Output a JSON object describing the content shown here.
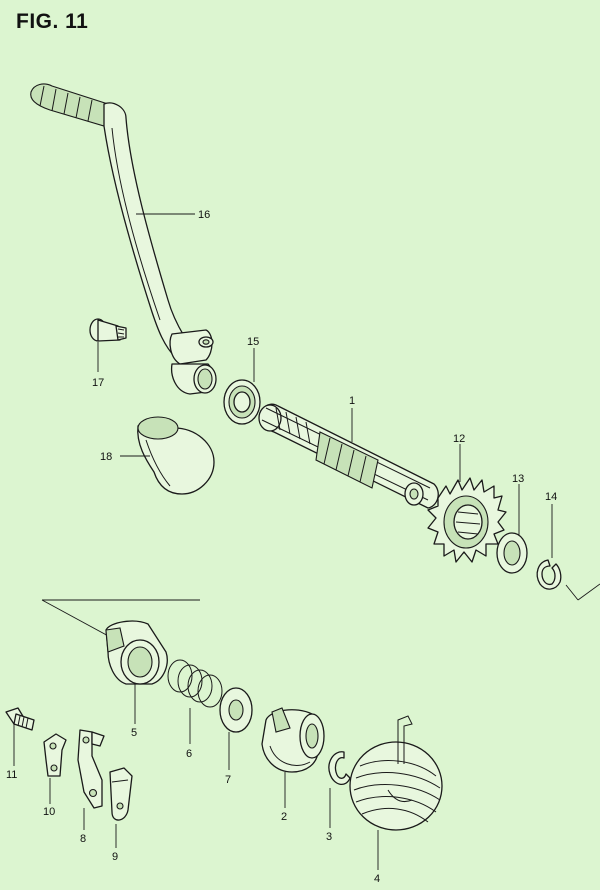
{
  "figure": {
    "title": "FIG. 11"
  },
  "callouts": [
    {
      "num": "1"
    },
    {
      "num": "2"
    },
    {
      "num": "3"
    },
    {
      "num": "4"
    },
    {
      "num": "5"
    },
    {
      "num": "6"
    },
    {
      "num": "7"
    },
    {
      "num": "8"
    },
    {
      "num": "9"
    },
    {
      "num": "10"
    },
    {
      "num": "11"
    },
    {
      "num": "12"
    },
    {
      "num": "13"
    },
    {
      "num": "14"
    },
    {
      "num": "15"
    },
    {
      "num": "16"
    },
    {
      "num": "17"
    },
    {
      "num": "18"
    }
  ],
  "colors": {
    "background": "#dcf5d0",
    "line": "#1a1a1a",
    "part_fill": "#e8f7de",
    "part_shade": "#c7e2b8"
  }
}
